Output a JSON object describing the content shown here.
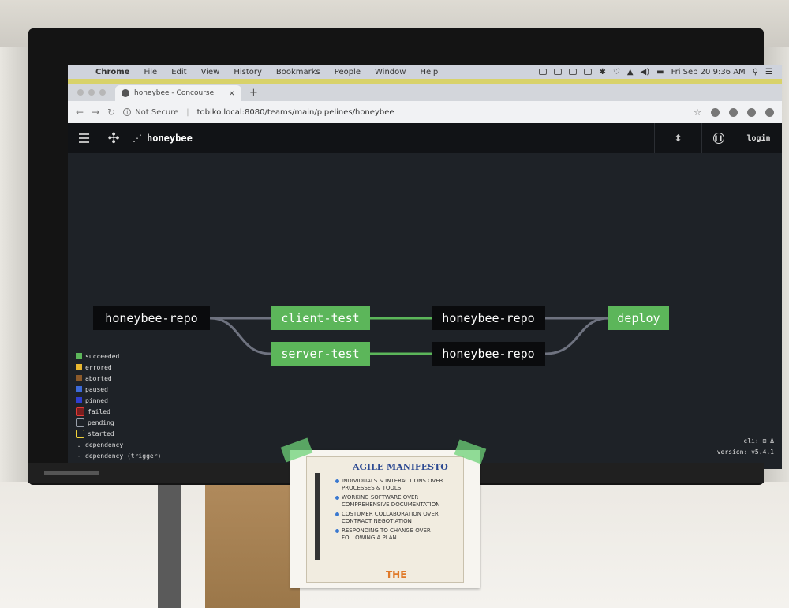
{
  "menubar": {
    "app": "Chrome",
    "items": [
      "File",
      "Edit",
      "View",
      "History",
      "Bookmarks",
      "People",
      "Window",
      "Help"
    ],
    "clock": "Fri Sep 20  9:36 AM"
  },
  "browser": {
    "tab_title": "honeybee - Concourse",
    "security": "Not Secure",
    "url": "tobiko.local:8080/teams/main/pipelines/honeybee"
  },
  "concourse": {
    "pipeline_name": "honeybee",
    "login_label": "login",
    "nodes": {
      "repo_source": "honeybee-repo",
      "client_test": "client-test",
      "server_test": "server-test",
      "repo_client": "honeybee-repo",
      "repo_server": "honeybee-repo",
      "deploy": "deploy"
    },
    "legend": [
      {
        "label": "succeeded",
        "color": "#5cb65a"
      },
      {
        "label": "errored",
        "color": "#e8b730"
      },
      {
        "label": "aborted",
        "color": "#8b5a2b"
      },
      {
        "label": "paused",
        "color": "#3d6ad8"
      },
      {
        "label": "pinned",
        "color": "#2f3fd0"
      },
      {
        "label": "failed",
        "color": "#e53935"
      },
      {
        "label": "pending",
        "color": "#9aa0ab"
      },
      {
        "label": "started",
        "color": "#f2d33b"
      },
      {
        "label": "dependency",
        "color": ""
      },
      {
        "label": "dependency (trigger)",
        "color": ""
      }
    ],
    "cli_label": "cli:",
    "version_label": "version:",
    "version": "v5.4.1"
  },
  "poster": {
    "title": "AGILE MANIFESTO",
    "items": [
      "INDIVIDUALS & INTERACTIONS OVER PROCESSES & TOOLS",
      "WORKING SOFTWARE OVER COMPREHENSIVE DOCUMENTATION",
      "COSTUMER COLLABORATION OVER CONTRACT NEGOTIATION",
      "RESPONDING TO CHANGE OVER FOLLOWING A PLAN"
    ],
    "footer": "THE"
  }
}
